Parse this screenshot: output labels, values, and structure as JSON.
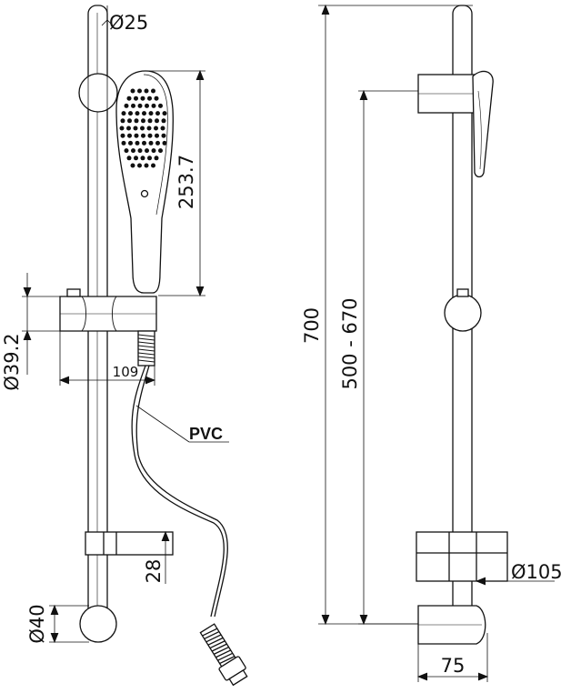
{
  "drawing": {
    "dimensions": {
      "bar_diameter": "Ø25",
      "head_length": "253.7",
      "holder_diameter": "Ø39.2",
      "holder_depth": "109",
      "material": "PVC",
      "soap_dish_height": "28",
      "bracket_diameter": "Ø40",
      "total_height": "700",
      "adjust_range": "500 - 670",
      "soap_dish_width": "Ø105",
      "wall_offset": "75"
    },
    "colors": {
      "line": "#111111",
      "background": "#ffffff"
    }
  }
}
